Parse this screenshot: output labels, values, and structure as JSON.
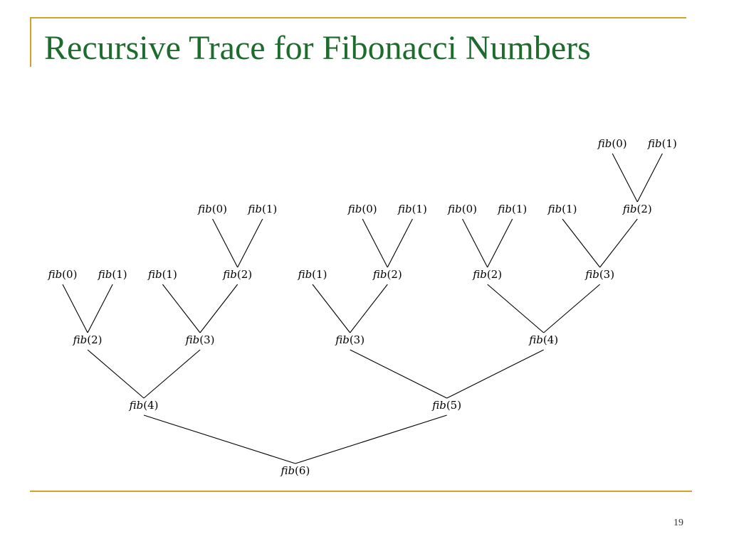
{
  "title": "Recursive Trace for Fibonacci Numbers",
  "page_number": "19",
  "colors": {
    "title": "#1E6B2E",
    "rules": "#D4A22C"
  },
  "tree": {
    "func": "fib",
    "root": {
      "n": 6,
      "children": [
        {
          "n": 4,
          "children": [
            {
              "n": 2,
              "children": [
                {
                  "n": 0
                },
                {
                  "n": 1
                }
              ]
            },
            {
              "n": 3,
              "children": [
                {
                  "n": 1
                },
                {
                  "n": 2,
                  "children": [
                    {
                      "n": 0
                    },
                    {
                      "n": 1
                    }
                  ]
                }
              ]
            }
          ]
        },
        {
          "n": 5,
          "children": [
            {
              "n": 3,
              "children": [
                {
                  "n": 1
                },
                {
                  "n": 2,
                  "children": [
                    {
                      "n": 0
                    },
                    {
                      "n": 1
                    }
                  ]
                }
              ]
            },
            {
              "n": 4,
              "children": [
                {
                  "n": 2,
                  "children": [
                    {
                      "n": 0
                    },
                    {
                      "n": 1
                    }
                  ]
                },
                {
                  "n": 3,
                  "children": [
                    {
                      "n": 1
                    },
                    {
                      "n": 2,
                      "children": [
                        {
                          "n": 0
                        },
                        {
                          "n": 1
                        }
                      ]
                    }
                  ]
                }
              ]
            }
          ]
        }
      ]
    }
  }
}
